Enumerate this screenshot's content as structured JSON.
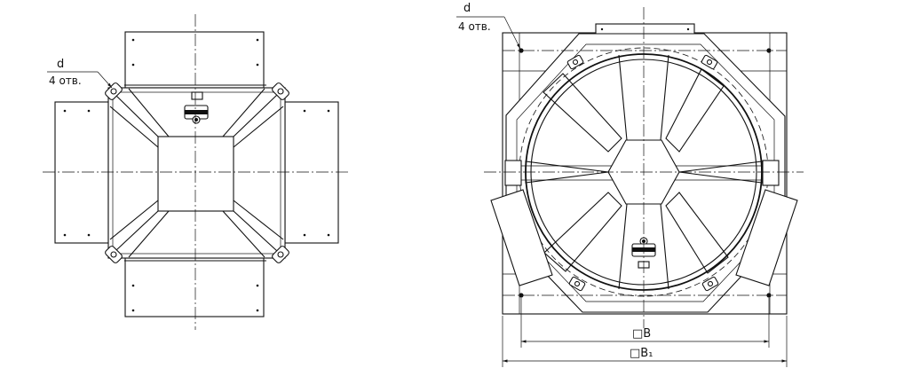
{
  "left_view": {
    "callout_d": "d",
    "callout_holes": "4 отв."
  },
  "right_view": {
    "callout_d": "d",
    "callout_holes": "4 отв.",
    "dim_inner": "□B",
    "dim_outer": "□B₁"
  }
}
